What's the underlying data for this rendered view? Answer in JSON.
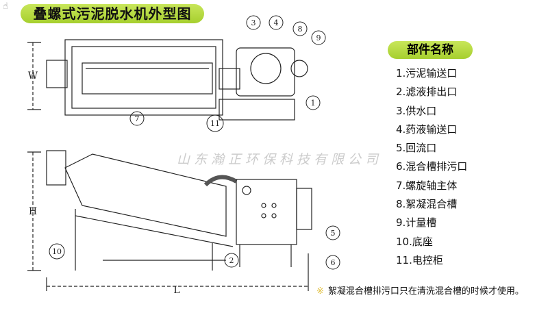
{
  "title": "叠螺式污泥脱水机外型图",
  "parts_title": "部件名称",
  "parts": [
    "1.污泥输送口",
    "2.滤液排出口",
    "3.供水口",
    "4.药液输送口",
    "5.回流口",
    "6.混合槽排污口",
    "7.螺旋轴主体",
    "8.絮凝混合槽",
    "9.计量槽",
    "10.底座",
    "11.电控柜"
  ],
  "watermark": "山东瀚正环保科技有限公司",
  "note_symbol": "※",
  "note": "絮凝混合槽排污口只在清洗混合槽的时候才使用。",
  "dims": {
    "w": "W",
    "h": "H",
    "l": "L"
  },
  "callouts": [
    "1",
    "2",
    "3",
    "4",
    "5",
    "6",
    "7",
    "8",
    "9",
    "10",
    "11"
  ]
}
